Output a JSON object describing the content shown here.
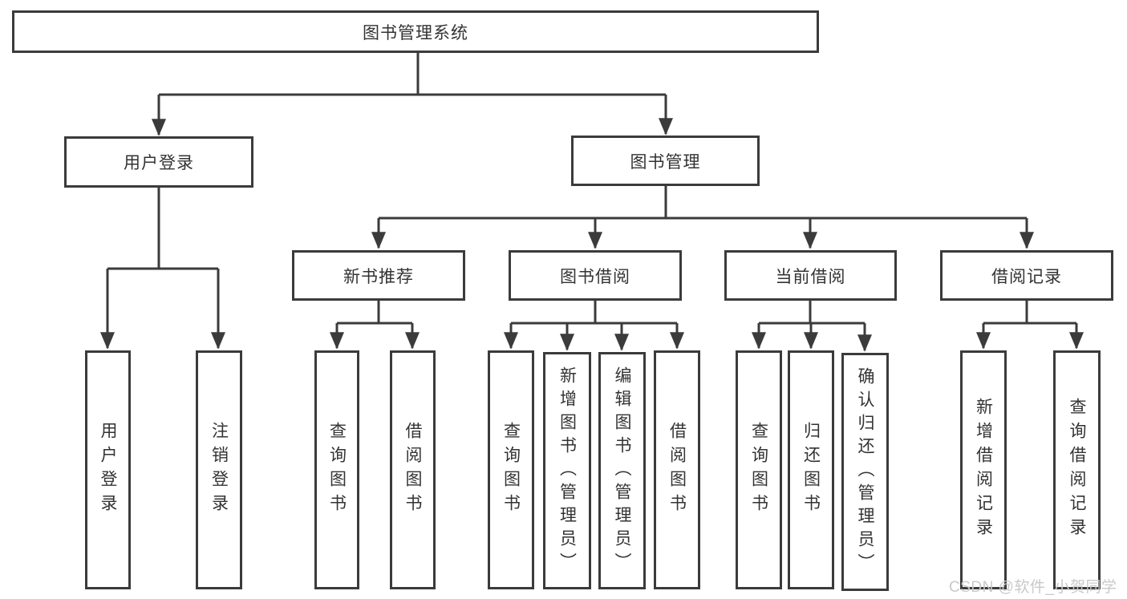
{
  "tree": {
    "label": "图书管理系统",
    "children": [
      {
        "label": "用户登录",
        "children": [
          {
            "label": "用户登录"
          },
          {
            "label": "注销登录"
          }
        ]
      },
      {
        "label": "图书管理",
        "children": [
          {
            "label": "新书推荐",
            "children": [
              {
                "label": "查询图书"
              },
              {
                "label": "借阅图书"
              }
            ]
          },
          {
            "label": "图书借阅",
            "children": [
              {
                "label": "查询图书"
              },
              {
                "label": "新增图书（管理员）"
              },
              {
                "label": "编辑图书（管理员）"
              },
              {
                "label": "借阅图书"
              }
            ]
          },
          {
            "label": "当前借阅",
            "children": [
              {
                "label": "查询图书"
              },
              {
                "label": "归还图书"
              },
              {
                "label": "确认归还（管理员）"
              }
            ]
          },
          {
            "label": "借阅记录",
            "children": [
              {
                "label": "新增借阅记录"
              },
              {
                "label": "查询借阅记录"
              }
            ]
          }
        ]
      }
    ]
  },
  "watermark": {
    "text": "CSDN @软件_小贺同学"
  },
  "colors": {
    "line": "#3b3b3b",
    "box_border": "#3b3b3b",
    "text": "#333333",
    "watermark": "#c9c9c9",
    "background": "#ffffff"
  }
}
